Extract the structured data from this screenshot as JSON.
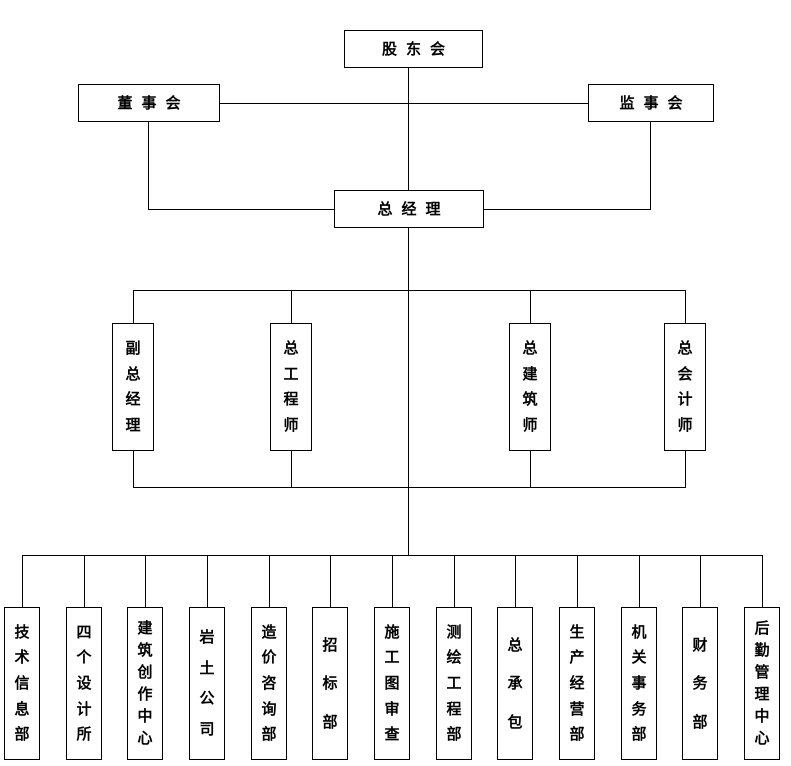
{
  "chart": {
    "title": "company-organization-chart",
    "top": {
      "shareholders": "股东会",
      "board": "董事会",
      "supervisors": "监事会",
      "general_manager": "总经理"
    },
    "middle": [
      "副总经理",
      "总工程师",
      "总建筑师",
      "总会计师"
    ],
    "bottom": [
      "技术信息部",
      "四个设计所",
      "建筑创作中心",
      "岩土公司",
      "造价咨询部",
      "招标部",
      "施工图审查",
      "测绘工程部",
      "总承包",
      "生产经营部",
      "机关事务部",
      "财务部",
      "后勤管理中心"
    ],
    "colors": {
      "line": "#000000",
      "border": "#000000",
      "background": "#ffffff",
      "text": "#000000"
    }
  }
}
